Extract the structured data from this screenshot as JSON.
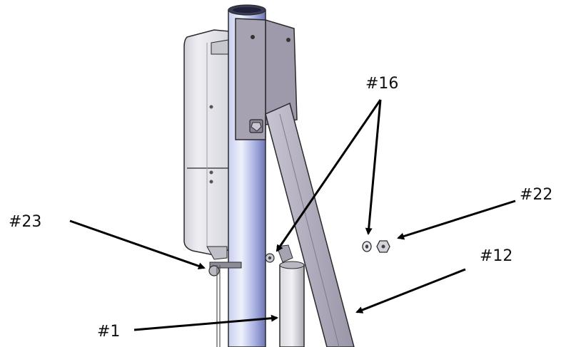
{
  "labels": {
    "part_16": "#16",
    "part_22": "#22",
    "part_23": "#23",
    "part_12": "#12",
    "part_1": "#1"
  },
  "colors": {
    "pole_light": "#dfe4f6",
    "pole_mid": "#aab2e2",
    "pole_dark": "#6d76b4",
    "bracket": "#a7a2b2",
    "bracket_dark": "#8b8697",
    "enclosure": "#e4e4ea",
    "enclosure_shadow": "#bfbfc9",
    "outline": "#2a2a2a",
    "arrow": "#000000"
  }
}
